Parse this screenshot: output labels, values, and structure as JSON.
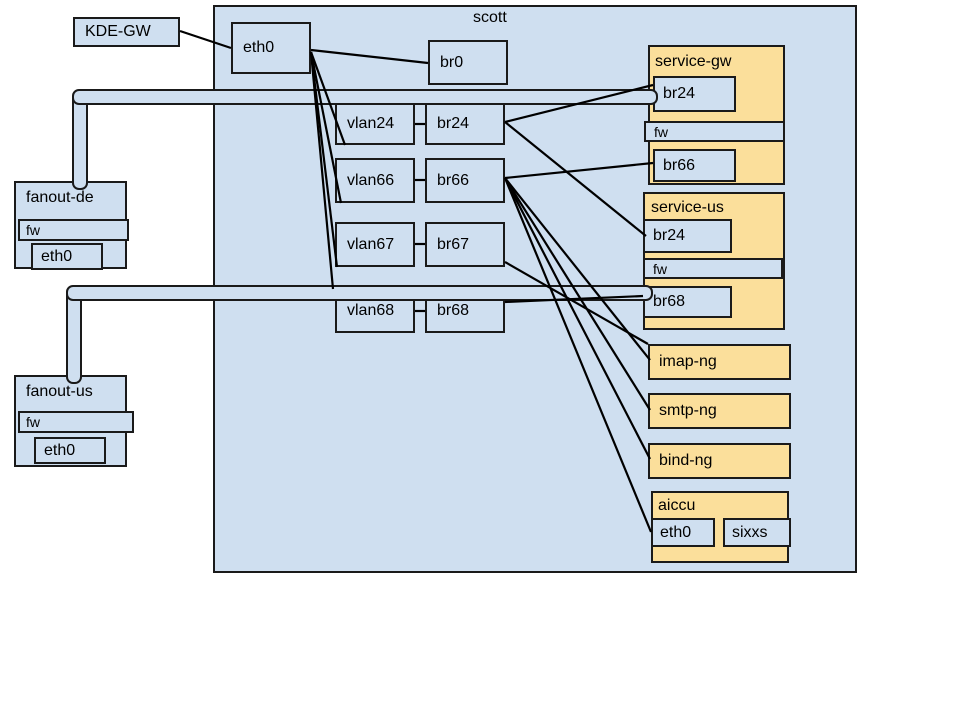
{
  "diagram": {
    "title": "network topology",
    "colors": {
      "node_fill": "#cfdff0",
      "group_fill": "#fbdf9b",
      "stroke": "#1a1a1a",
      "background": "#ffffff"
    }
  },
  "external": {
    "kde_gw": {
      "label": "KDE-GW"
    },
    "fanout_de": {
      "label": "fanout-de",
      "fw": {
        "label": "fw"
      },
      "eth0": {
        "label": "eth0"
      }
    },
    "fanout_us": {
      "label": "fanout-us",
      "fw": {
        "label": "fw"
      },
      "eth0": {
        "label": "eth0"
      }
    }
  },
  "host": {
    "label": "scott",
    "eth0": {
      "label": "eth0"
    },
    "br0": {
      "label": "br0"
    },
    "vlans": [
      {
        "vlan": "vlan24",
        "bridge": "br24"
      },
      {
        "vlan": "vlan66",
        "bridge": "br66"
      },
      {
        "vlan": "vlan67",
        "bridge": "br67"
      },
      {
        "vlan": "vlan68",
        "bridge": "br68"
      }
    ],
    "guests": [
      {
        "name": "service-gw",
        "kind": "group",
        "children": [
          {
            "label": "br24",
            "kind": "bridge"
          },
          {
            "label": "fw",
            "kind": "firewall"
          },
          {
            "label": "br66",
            "kind": "bridge"
          }
        ]
      },
      {
        "name": "service-us",
        "kind": "group",
        "children": [
          {
            "label": "br24",
            "kind": "bridge"
          },
          {
            "label": "fw",
            "kind": "firewall"
          },
          {
            "label": "br68",
            "kind": "bridge"
          }
        ]
      },
      {
        "name": "imap-ng",
        "kind": "simple",
        "children": []
      },
      {
        "name": "smtp-ng",
        "kind": "simple",
        "children": []
      },
      {
        "name": "bind-ng",
        "kind": "simple",
        "children": []
      },
      {
        "name": "aiccu",
        "kind": "group",
        "children": [
          {
            "label": "eth0",
            "kind": "interface"
          },
          {
            "label": "sixxs",
            "kind": "tunnel"
          }
        ]
      }
    ]
  }
}
